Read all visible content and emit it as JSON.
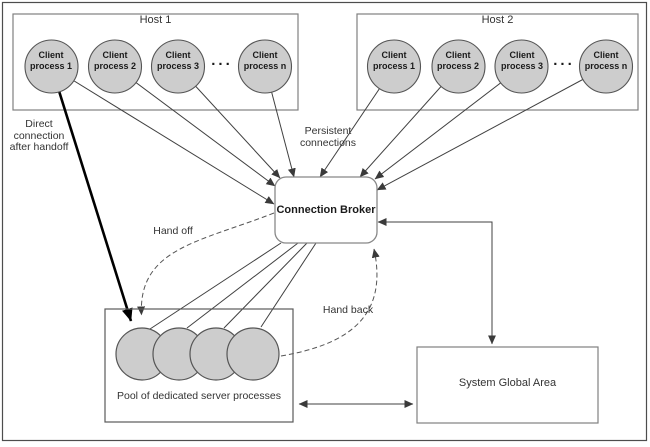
{
  "hosts": [
    {
      "title": "Host 1",
      "ellipsis": "...",
      "clients": [
        "Client process 1",
        "Client process 2",
        "Client process 3",
        "Client process n"
      ]
    },
    {
      "title": "Host 2",
      "ellipsis": "...",
      "clients": [
        "Client process 1",
        "Client process 2",
        "Client process 3",
        "Client process n"
      ]
    }
  ],
  "broker": {
    "label": "Connection Broker"
  },
  "pool": {
    "label": "Pool of dedicated server processes",
    "server_count": 4
  },
  "sga": {
    "label": "System Global Area"
  },
  "annotations": {
    "direct_connection": "Direct connection after handoff",
    "persistent_connections": "Persistent connections",
    "hand_off": "Hand off",
    "hand_back": "Hand back"
  },
  "colors": {
    "process_fill": "#cdcdcd",
    "process_stroke": "#555555",
    "box_stroke": "#808080",
    "line": "#404040",
    "accent_black": "#000000"
  }
}
